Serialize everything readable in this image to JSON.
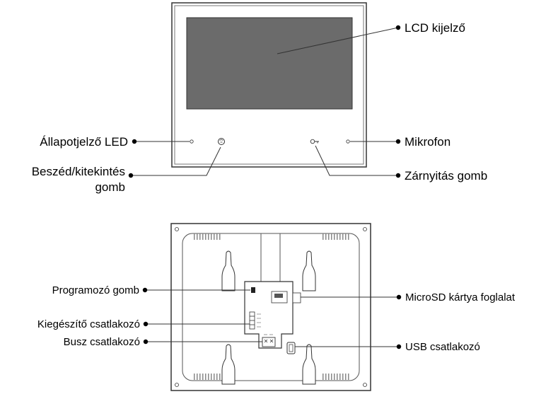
{
  "front": {
    "labels": {
      "lcd": "LCD kijelző",
      "status_led": "Állapotjelző LED",
      "talk_button_line1": "Beszéd/kitekintés",
      "talk_button_line2": "gomb",
      "microphone": "Mikrofon",
      "unlock_button": "Zárnyitás gomb"
    }
  },
  "back": {
    "labels": {
      "program_button": "Programozó gomb",
      "aux_connector": "Kiegészítő csatlakozó",
      "bus_connector": "Busz csatlakozó",
      "microsd_slot": "MicroSD kártya foglalat",
      "usb_connector": "USB csatlakozó"
    }
  },
  "colors": {
    "line": "#333333",
    "screen": "#6b6b6b",
    "background": "#ffffff"
  }
}
